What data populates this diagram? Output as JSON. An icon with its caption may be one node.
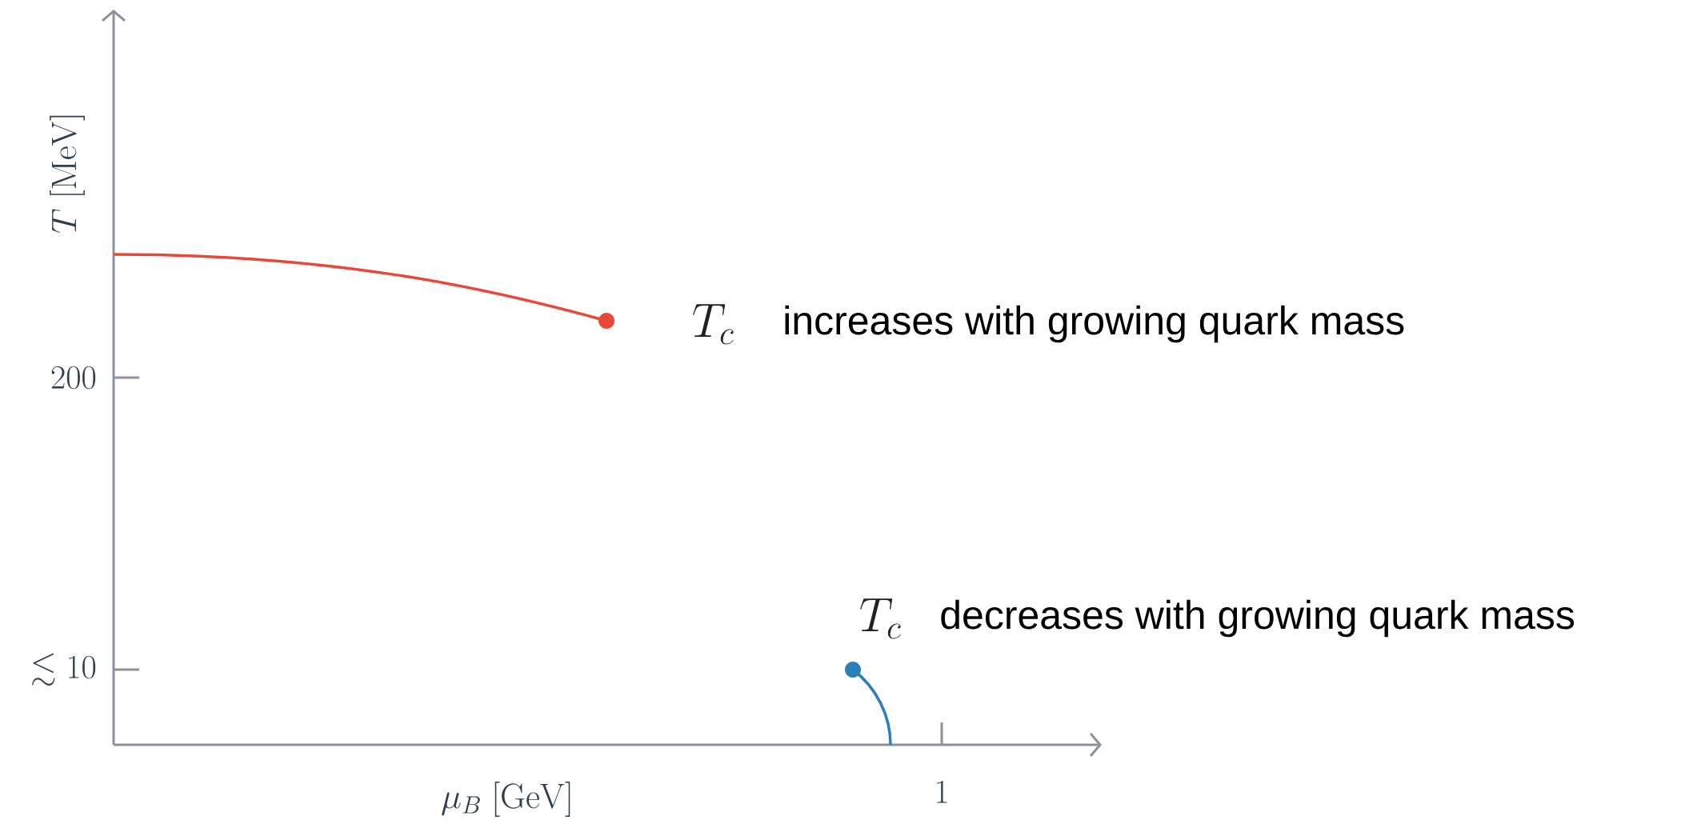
{
  "diagram": {
    "labels": [
      "T\\ [\\mathrm{MeV}]",
      "T_c",
      "increases with growing quark mass",
      "200",
      "T_c",
      "decreases with growing quark mass",
      "\\lesssim 10",
      "\\mu_B\\ [\\mathrm{GeV}]",
      "1"
    ]
  }
}
